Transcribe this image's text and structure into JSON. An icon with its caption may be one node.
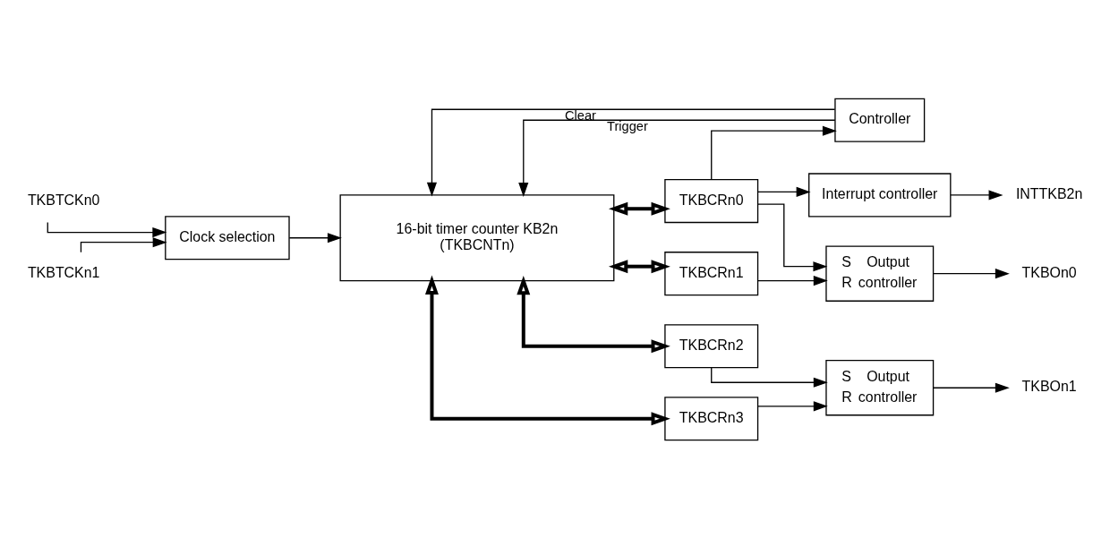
{
  "diagram": {
    "nodes": [
      {
        "text": [
          "TKBTCKn0"
        ]
      },
      {
        "text": [
          "TKBTCKn1"
        ]
      },
      {
        "text": [
          "Clock selection"
        ]
      },
      {
        "text": [
          "16-bit timer counter KB2n",
          "(TKBCNTn)"
        ]
      },
      {
        "text": [
          "Controller"
        ]
      },
      {
        "text": [
          "Interrupt controller"
        ]
      },
      {
        "text": [
          "INTTKB2n"
        ]
      },
      {
        "text": [
          "TKBCRn0"
        ]
      },
      {
        "text": [
          "S",
          "Output",
          "R",
          "controller"
        ]
      },
      {
        "text": [
          "TKBOn0"
        ]
      },
      {
        "text": [
          "TKBCRn1"
        ]
      },
      {
        "text": [
          "TKBCRn2"
        ]
      },
      {
        "text": [
          "S",
          "Output",
          "R",
          "controller"
        ]
      },
      {
        "text": [
          "TKBOn1"
        ]
      },
      {
        "text": [
          "TKBCRn3"
        ]
      }
    ],
    "edges": [
      {
        "from": 0,
        "to": 2,
        "arrow": "to"
      },
      {
        "from": 1,
        "to": 2,
        "arrow": "to"
      },
      {
        "from": 2,
        "to": 3,
        "arrow": "to"
      },
      {
        "from": 4,
        "to": 3,
        "arrow": "to",
        "label": "Clear"
      },
      {
        "from": 4,
        "to": 3,
        "arrow": "to",
        "label": "Trigger"
      },
      {
        "from": 3,
        "to": 7,
        "arrow": "both",
        "style": "thick"
      },
      {
        "from": 3,
        "to": 10,
        "arrow": "both",
        "style": "thick"
      },
      {
        "from": 3,
        "to": 11,
        "arrow": "both",
        "style": "thick"
      },
      {
        "from": 3,
        "to": 14,
        "arrow": "both",
        "style": "thick"
      },
      {
        "from": 7,
        "to": 4,
        "arrow": "to"
      },
      {
        "from": 7,
        "to": 5,
        "arrow": "to"
      },
      {
        "from": 7,
        "to": 8,
        "arrow": "to"
      },
      {
        "from": 10,
        "to": 8,
        "arrow": "to"
      },
      {
        "from": 11,
        "to": 12,
        "arrow": "to"
      },
      {
        "from": 14,
        "to": 12,
        "arrow": "to"
      },
      {
        "from": 5,
        "to": 6,
        "arrow": "to"
      },
      {
        "from": 8,
        "to": 9,
        "arrow": "to"
      },
      {
        "from": 12,
        "to": 13,
        "arrow": "to"
      }
    ]
  }
}
